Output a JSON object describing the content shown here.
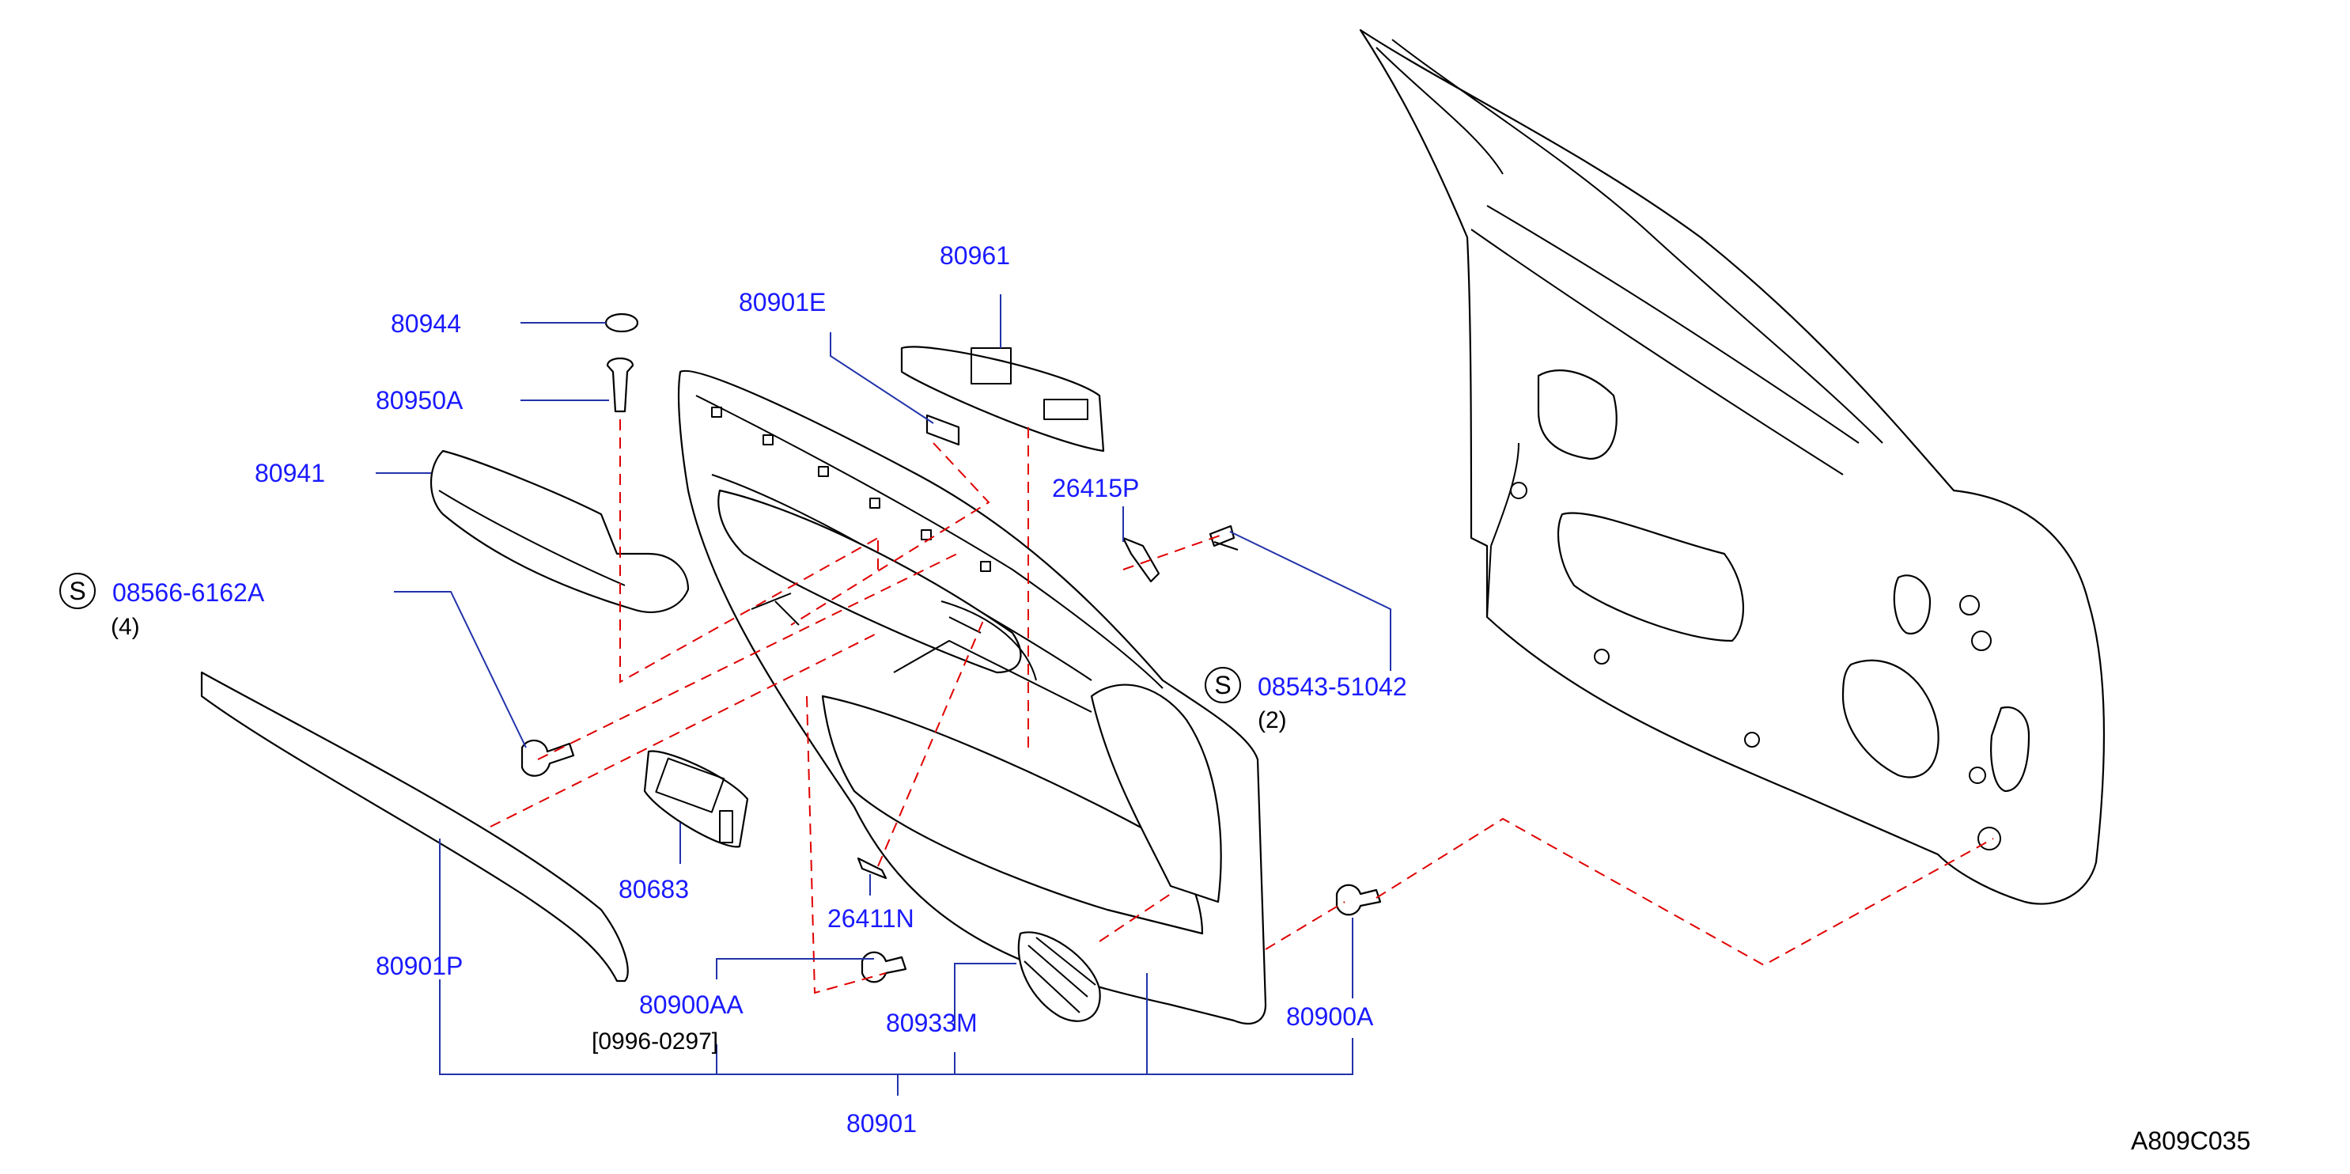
{
  "diagram": {
    "labels": {
      "p80944": "80944",
      "p80950A": "80950A",
      "p80941": "80941",
      "p08566": "08566-6162A",
      "p08566_qty": "(4)",
      "p80901E": "80901E",
      "p80961": "80961",
      "p26415P": "26415P",
      "p08543": "08543-51042",
      "p08543_qty": "(2)",
      "p80683": "80683",
      "p26411N": "26411N",
      "p80901P": "80901P",
      "p80900AA": "80900AA",
      "p80900AA_range": "[0996-0297]",
      "p80933M": "80933M",
      "p80900A": "80900A",
      "p80901": "80901"
    },
    "std_part_symbol": "S",
    "drawing_code": "A809C035",
    "colors": {
      "callout": "#1a1aff",
      "leader": "#2233aa",
      "assembly_dash": "#e00000",
      "outline": "#000000"
    }
  }
}
